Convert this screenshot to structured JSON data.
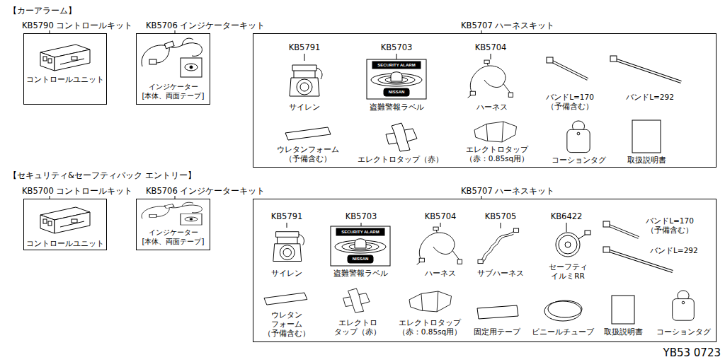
{
  "diagram": {
    "nodes": [
      {
        "text": [
          "KB5790 コントロールキット",
          "コントロールユニット"
        ]
      },
      {
        "text": [
          "KB5706 インジケーターキット",
          "インジケーター [本体、両面テープ]"
        ]
      },
      {
        "text": [
          "KB5707 ハーネスキット"
        ]
      },
      {
        "text": [
          "KB5700 コントロールキット",
          "コントロールユニット"
        ]
      },
      {
        "text": [
          "KB5706 インジケーターキット",
          "インジケーター [本体、両面テープ]"
        ]
      },
      {
        "text": [
          "KB5707 ハーネスキット"
        ]
      }
    ],
    "labels": [
      "【カーアラーム】",
      "KB5791",
      "KB5703",
      "SECURITY ALARM",
      "NISSAN",
      "KB5704",
      "サイレン",
      "盗難警報ラベル",
      "ハーネス",
      "バンドL=170 （予備含む）",
      "バンドL=292",
      "ウレタンフォーム （予備含む）",
      "エレクトロタップ（赤）",
      "エレクトロタップ （赤：0.85sq用）",
      "コーションタグ",
      "取扱説明書",
      "【セキュリティ&セーフティパック エントリー】",
      "KB5791",
      "KB5703",
      "SECURITY ALARM",
      "NISSAN",
      "KB5704",
      "KB5705",
      "KB6422",
      "サイレン",
      "盗難警報ラベル",
      "ハーネス",
      "サブハーネス",
      "セーフティ イルミRR",
      "バンドL=170 （予備含む）",
      "バンドL=292",
      "ウレタン フォーム （予備含む）",
      "エレクトロ タップ（赤）",
      "エレクトロタップ （赤：0.85sq用）",
      "固定用テープ",
      "ビニールチューブ",
      "取扱説明書",
      "コーションタグ",
      "YB53 0723"
    ]
  }
}
